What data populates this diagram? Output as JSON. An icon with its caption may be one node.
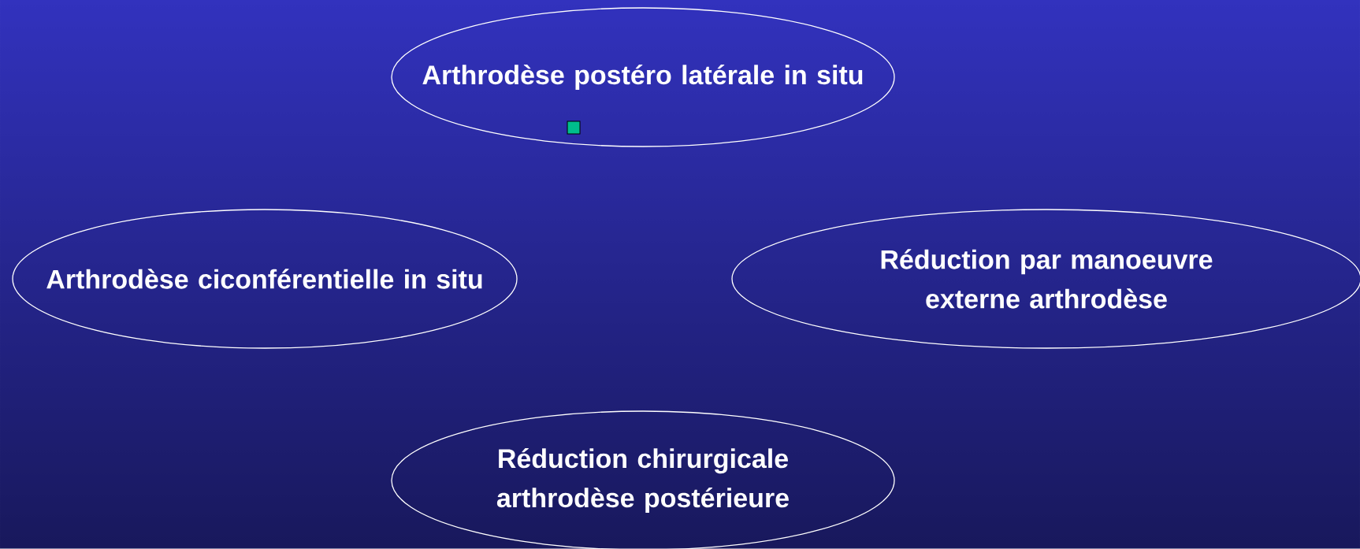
{
  "diagram": {
    "nodes": [
      {
        "text": [
          "Arthrodèse postéro latérale in situ"
        ]
      },
      {
        "text": [
          "Arthrodèse ciconférentielle in situ"
        ]
      },
      {
        "text": [
          "Réduction par manoeuvre externe arthrodèse"
        ]
      },
      {
        "text": [
          "Réduction chirurgicale arthrodèse postérieure"
        ]
      }
    ]
  }
}
